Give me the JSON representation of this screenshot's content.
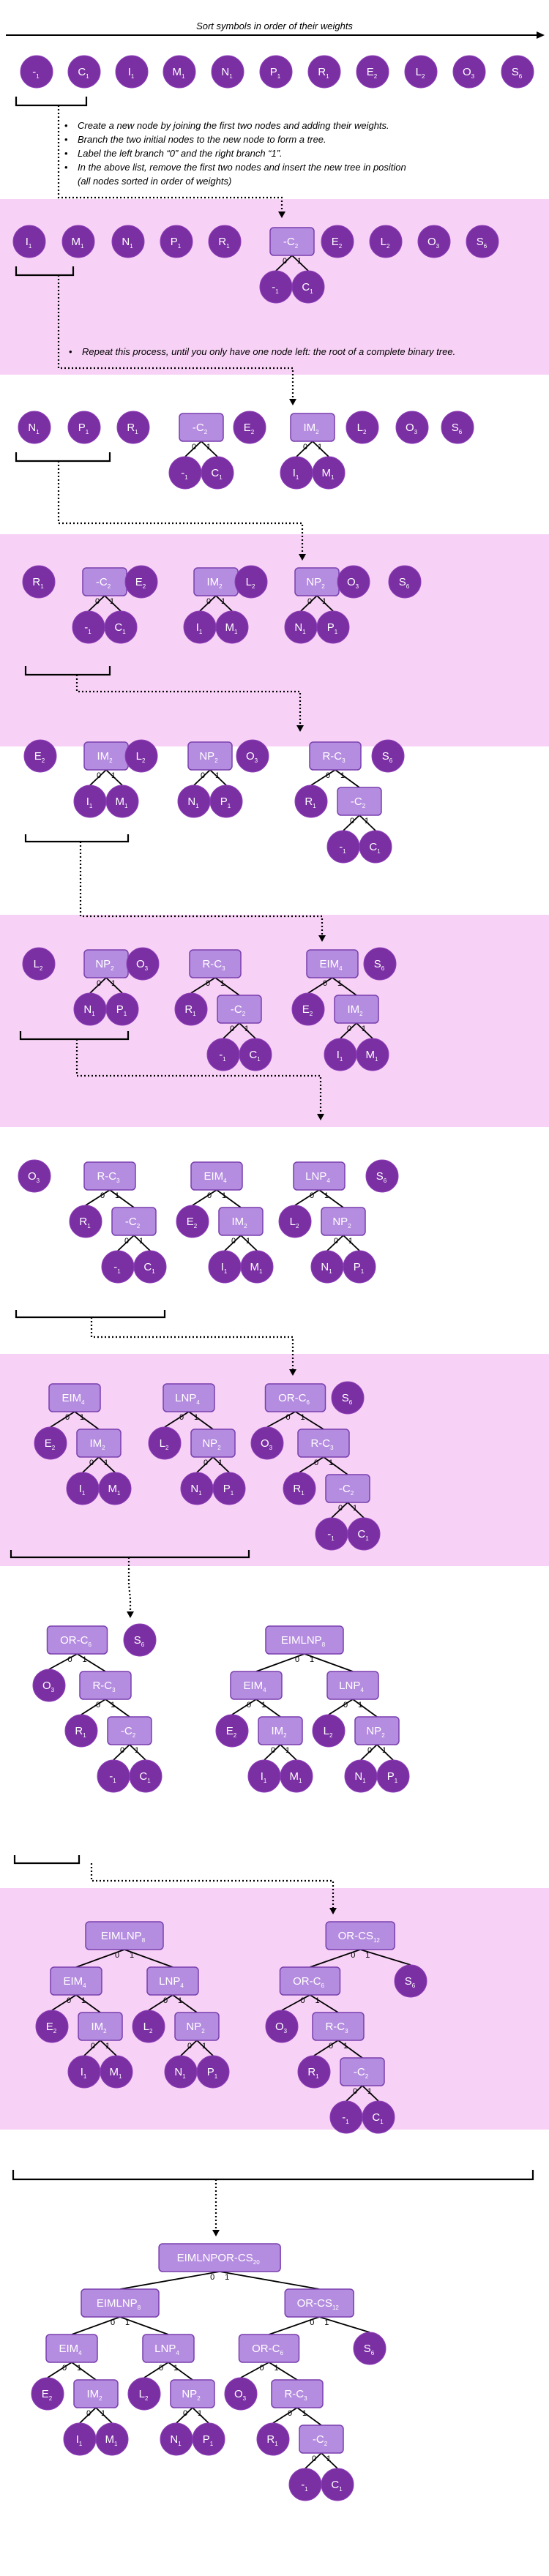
{
  "header": {
    "title": "Sort symbols in order of their weights"
  },
  "instructions": [
    "Create a new node by joining the first two nodes and adding their weights.",
    "Branch the two initial nodes to the new node to form a tree.",
    "Label the left branch “0”  and the right branch “1”.",
    "In the above list, remove the first two nodes and insert the new tree in position",
    "(all nodes sorted in order of weights)"
  ],
  "repeat_note": "Repeat this process, until you only have one node left: the root of a complete binary tree.",
  "branch_labels": {
    "left": "0",
    "right": "1"
  },
  "colors": {
    "leaf": "#7a2fa3",
    "internal": "#b58de0",
    "band": "#f8d2f6"
  },
  "stages": [
    {
      "items": [
        {
          "t": "c",
          "m": "-",
          "s": "1"
        },
        {
          "t": "c",
          "m": "C",
          "s": "1"
        },
        {
          "t": "c",
          "m": "I",
          "s": "1"
        },
        {
          "t": "c",
          "m": "M",
          "s": "1"
        },
        {
          "t": "c",
          "m": "N",
          "s": "1"
        },
        {
          "t": "c",
          "m": "P",
          "s": "1"
        },
        {
          "t": "c",
          "m": "R",
          "s": "1"
        },
        {
          "t": "c",
          "m": "E",
          "s": "2"
        },
        {
          "t": "c",
          "m": "L",
          "s": "2"
        },
        {
          "t": "c",
          "m": "O",
          "s": "3"
        },
        {
          "t": "c",
          "m": "S",
          "s": "6"
        }
      ]
    },
    {
      "items": [
        {
          "t": "c",
          "m": "I",
          "s": "1"
        },
        {
          "t": "c",
          "m": "M",
          "s": "1"
        },
        {
          "t": "c",
          "m": "N",
          "s": "1"
        },
        {
          "t": "c",
          "m": "P",
          "s": "1"
        },
        {
          "t": "c",
          "m": "R",
          "s": "1"
        },
        {
          "t": "r",
          "m": "-C",
          "s": "2",
          "l": {
            "t": "c",
            "m": "-",
            "s": "1"
          },
          "r": {
            "t": "c",
            "m": "C",
            "s": "1"
          }
        },
        {
          "t": "c",
          "m": "E",
          "s": "2"
        },
        {
          "t": "c",
          "m": "L",
          "s": "2"
        },
        {
          "t": "c",
          "m": "O",
          "s": "3"
        },
        {
          "t": "c",
          "m": "S",
          "s": "6"
        }
      ]
    },
    {
      "items": [
        {
          "t": "c",
          "m": "N",
          "s": "1"
        },
        {
          "t": "c",
          "m": "P",
          "s": "1"
        },
        {
          "t": "c",
          "m": "R",
          "s": "1"
        },
        {
          "t": "r",
          "m": "-C",
          "s": "2",
          "l": {
            "t": "c",
            "m": "-",
            "s": "1"
          },
          "r": {
            "t": "c",
            "m": "C",
            "s": "1"
          }
        },
        {
          "t": "c",
          "m": "E",
          "s": "2"
        },
        {
          "t": "r",
          "m": "IM",
          "s": "2",
          "l": {
            "t": "c",
            "m": "I",
            "s": "1"
          },
          "r": {
            "t": "c",
            "m": "M",
            "s": "1"
          }
        },
        {
          "t": "c",
          "m": "L",
          "s": "2"
        },
        {
          "t": "c",
          "m": "O",
          "s": "3"
        },
        {
          "t": "c",
          "m": "S",
          "s": "6"
        }
      ]
    },
    {
      "items": [
        {
          "t": "c",
          "m": "R",
          "s": "1"
        },
        {
          "t": "r",
          "m": "-C",
          "s": "2",
          "l": {
            "t": "c",
            "m": "-",
            "s": "1"
          },
          "r": {
            "t": "c",
            "m": "C",
            "s": "1"
          }
        },
        {
          "t": "c",
          "m": "E",
          "s": "2"
        },
        {
          "t": "r",
          "m": "IM",
          "s": "2",
          "l": {
            "t": "c",
            "m": "I",
            "s": "1"
          },
          "r": {
            "t": "c",
            "m": "M",
            "s": "1"
          }
        },
        {
          "t": "c",
          "m": "L",
          "s": "2"
        },
        {
          "t": "r",
          "m": "NP",
          "s": "2",
          "l": {
            "t": "c",
            "m": "N",
            "s": "1"
          },
          "r": {
            "t": "c",
            "m": "P",
            "s": "1"
          }
        },
        {
          "t": "c",
          "m": "O",
          "s": "3"
        },
        {
          "t": "c",
          "m": "S",
          "s": "6"
        }
      ]
    },
    {
      "items": [
        {
          "t": "c",
          "m": "E",
          "s": "2"
        },
        {
          "t": "r",
          "m": "IM",
          "s": "2",
          "l": {
            "t": "c",
            "m": "I",
            "s": "1"
          },
          "r": {
            "t": "c",
            "m": "M",
            "s": "1"
          }
        },
        {
          "t": "c",
          "m": "L",
          "s": "2"
        },
        {
          "t": "r",
          "m": "NP",
          "s": "2",
          "l": {
            "t": "c",
            "m": "N",
            "s": "1"
          },
          "r": {
            "t": "c",
            "m": "P",
            "s": "1"
          }
        },
        {
          "t": "c",
          "m": "O",
          "s": "3"
        },
        {
          "t": "r",
          "m": "R-C",
          "s": "3",
          "l": {
            "t": "c",
            "m": "R",
            "s": "1"
          },
          "r": {
            "t": "r",
            "m": "-C",
            "s": "2",
            "l": {
              "t": "c",
              "m": "-",
              "s": "1"
            },
            "r": {
              "t": "c",
              "m": "C",
              "s": "1"
            }
          }
        },
        {
          "t": "c",
          "m": "S",
          "s": "6"
        }
      ]
    },
    {
      "items": [
        {
          "t": "c",
          "m": "L",
          "s": "2"
        },
        {
          "t": "r",
          "m": "NP",
          "s": "2",
          "l": {
            "t": "c",
            "m": "N",
            "s": "1"
          },
          "r": {
            "t": "c",
            "m": "P",
            "s": "1"
          }
        },
        {
          "t": "c",
          "m": "O",
          "s": "3"
        },
        {
          "t": "r",
          "m": "R-C",
          "s": "3",
          "l": {
            "t": "c",
            "m": "R",
            "s": "1"
          },
          "r": {
            "t": "r",
            "m": "-C",
            "s": "2",
            "l": {
              "t": "c",
              "m": "-",
              "s": "1"
            },
            "r": {
              "t": "c",
              "m": "C",
              "s": "1"
            }
          }
        },
        {
          "t": "r",
          "m": "EIM",
          "s": "4",
          "l": {
            "t": "c",
            "m": "E",
            "s": "2"
          },
          "r": {
            "t": "r",
            "m": "IM",
            "s": "2",
            "l": {
              "t": "c",
              "m": "I",
              "s": "1"
            },
            "r": {
              "t": "c",
              "m": "M",
              "s": "1"
            }
          }
        },
        {
          "t": "c",
          "m": "S",
          "s": "6"
        }
      ]
    },
    {
      "items": [
        {
          "t": "c",
          "m": "O",
          "s": "3"
        },
        {
          "t": "r",
          "m": "R-C",
          "s": "3",
          "l": {
            "t": "c",
            "m": "R",
            "s": "1"
          },
          "r": {
            "t": "r",
            "m": "-C",
            "s": "2",
            "l": {
              "t": "c",
              "m": "-",
              "s": "1"
            },
            "r": {
              "t": "c",
              "m": "C",
              "s": "1"
            }
          }
        },
        {
          "t": "r",
          "m": "EIM",
          "s": "4",
          "l": {
            "t": "c",
            "m": "E",
            "s": "2"
          },
          "r": {
            "t": "r",
            "m": "IM",
            "s": "2",
            "l": {
              "t": "c",
              "m": "I",
              "s": "1"
            },
            "r": {
              "t": "c",
              "m": "M",
              "s": "1"
            }
          }
        },
        {
          "t": "r",
          "m": "LNP",
          "s": "4",
          "l": {
            "t": "c",
            "m": "L",
            "s": "2"
          },
          "r": {
            "t": "r",
            "m": "NP",
            "s": "2",
            "l": {
              "t": "c",
              "m": "N",
              "s": "1"
            },
            "r": {
              "t": "c",
              "m": "P",
              "s": "1"
            }
          }
        },
        {
          "t": "c",
          "m": "S",
          "s": "6"
        }
      ]
    },
    {
      "items": [
        {
          "t": "r",
          "m": "EIM",
          "s": "4",
          "l": {
            "t": "c",
            "m": "E",
            "s": "2"
          },
          "r": {
            "t": "r",
            "m": "IM",
            "s": "2",
            "l": {
              "t": "c",
              "m": "I",
              "s": "1"
            },
            "r": {
              "t": "c",
              "m": "M",
              "s": "1"
            }
          }
        },
        {
          "t": "r",
          "m": "LNP",
          "s": "4",
          "l": {
            "t": "c",
            "m": "L",
            "s": "2"
          },
          "r": {
            "t": "r",
            "m": "NP",
            "s": "2",
            "l": {
              "t": "c",
              "m": "N",
              "s": "1"
            },
            "r": {
              "t": "c",
              "m": "P",
              "s": "1"
            }
          }
        },
        {
          "t": "r",
          "m": "OR-C",
          "s": "6",
          "l": {
            "t": "c",
            "m": "O",
            "s": "3"
          },
          "r": {
            "t": "r",
            "m": "R-C",
            "s": "3",
            "l": {
              "t": "c",
              "m": "R",
              "s": "1"
            },
            "r": {
              "t": "r",
              "m": "-C",
              "s": "2",
              "l": {
                "t": "c",
                "m": "-",
                "s": "1"
              },
              "r": {
                "t": "c",
                "m": "C",
                "s": "1"
              }
            }
          }
        },
        {
          "t": "c",
          "m": "S",
          "s": "6"
        }
      ]
    },
    {
      "items": [
        {
          "t": "r",
          "m": "OR-C",
          "s": "6",
          "l": {
            "t": "c",
            "m": "O",
            "s": "3"
          },
          "r": {
            "t": "r",
            "m": "R-C",
            "s": "3",
            "l": {
              "t": "c",
              "m": "R",
              "s": "1"
            },
            "r": {
              "t": "r",
              "m": "-C",
              "s": "2",
              "l": {
                "t": "c",
                "m": "-",
                "s": "1"
              },
              "r": {
                "t": "c",
                "m": "C",
                "s": "1"
              }
            }
          }
        },
        {
          "t": "c",
          "m": "S",
          "s": "6"
        },
        {
          "t": "r",
          "m": "EIMLNP",
          "s": "8",
          "l": {
            "t": "r",
            "m": "EIM",
            "s": "4",
            "l": {
              "t": "c",
              "m": "E",
              "s": "2"
            },
            "r": {
              "t": "r",
              "m": "IM",
              "s": "2",
              "l": {
                "t": "c",
                "m": "I",
                "s": "1"
              },
              "r": {
                "t": "c",
                "m": "M",
                "s": "1"
              }
            }
          },
          "r": {
            "t": "r",
            "m": "LNP",
            "s": "4",
            "l": {
              "t": "c",
              "m": "L",
              "s": "2"
            },
            "r": {
              "t": "r",
              "m": "NP",
              "s": "2",
              "l": {
                "t": "c",
                "m": "N",
                "s": "1"
              },
              "r": {
                "t": "c",
                "m": "P",
                "s": "1"
              }
            }
          }
        }
      ]
    },
    {
      "items": [
        {
          "t": "r",
          "m": "EIMLNP",
          "s": "8",
          "l": {
            "t": "r",
            "m": "EIM",
            "s": "4",
            "l": {
              "t": "c",
              "m": "E",
              "s": "2"
            },
            "r": {
              "t": "r",
              "m": "IM",
              "s": "2",
              "l": {
                "t": "c",
                "m": "I",
                "s": "1"
              },
              "r": {
                "t": "c",
                "m": "M",
                "s": "1"
              }
            }
          },
          "r": {
            "t": "r",
            "m": "LNP",
            "s": "4",
            "l": {
              "t": "c",
              "m": "L",
              "s": "2"
            },
            "r": {
              "t": "r",
              "m": "NP",
              "s": "2",
              "l": {
                "t": "c",
                "m": "N",
                "s": "1"
              },
              "r": {
                "t": "c",
                "m": "P",
                "s": "1"
              }
            }
          }
        },
        {
          "t": "r",
          "m": "OR-CS",
          "s": "12",
          "l": {
            "t": "r",
            "m": "OR-C",
            "s": "6",
            "l": {
              "t": "c",
              "m": "O",
              "s": "3"
            },
            "r": {
              "t": "r",
              "m": "R-C",
              "s": "3",
              "l": {
                "t": "c",
                "m": "R",
                "s": "1"
              },
              "r": {
                "t": "r",
                "m": "-C",
                "s": "2",
                "l": {
                  "t": "c",
                  "m": "-",
                  "s": "1"
                },
                "r": {
                  "t": "c",
                  "m": "C",
                  "s": "1"
                }
              }
            }
          },
          "r": {
            "t": "c",
            "m": "S",
            "s": "6"
          }
        }
      ]
    },
    {
      "items": [
        {
          "t": "r",
          "m": "EIMLNPOR-CS",
          "s": "20",
          "l": {
            "t": "r",
            "m": "EIMLNP",
            "s": "8",
            "l": {
              "t": "r",
              "m": "EIM",
              "s": "4",
              "l": {
                "t": "c",
                "m": "E",
                "s": "2"
              },
              "r": {
                "t": "r",
                "m": "IM",
                "s": "2",
                "l": {
                  "t": "c",
                  "m": "I",
                  "s": "1"
                },
                "r": {
                  "t": "c",
                  "m": "M",
                  "s": "1"
                }
              }
            },
            "r": {
              "t": "r",
              "m": "LNP",
              "s": "4",
              "l": {
                "t": "c",
                "m": "L",
                "s": "2"
              },
              "r": {
                "t": "r",
                "m": "NP",
                "s": "2",
                "l": {
                  "t": "c",
                  "m": "N",
                  "s": "1"
                },
                "r": {
                  "t": "c",
                  "m": "P",
                  "s": "1"
                }
              }
            }
          },
          "r": {
            "t": "r",
            "m": "OR-CS",
            "s": "12",
            "l": {
              "t": "r",
              "m": "OR-C",
              "s": "6",
              "l": {
                "t": "c",
                "m": "O",
                "s": "3"
              },
              "r": {
                "t": "r",
                "m": "R-C",
                "s": "3",
                "l": {
                  "t": "c",
                  "m": "R",
                  "s": "1"
                },
                "r": {
                  "t": "r",
                  "m": "-C",
                  "s": "2",
                  "l": {
                    "t": "c",
                    "m": "-",
                    "s": "1"
                  },
                  "r": {
                    "t": "c",
                    "m": "C",
                    "s": "1"
                  }
                }
              }
            },
            "r": {
              "t": "c",
              "m": "S",
              "s": "6"
            }
          }
        }
      ]
    }
  ]
}
